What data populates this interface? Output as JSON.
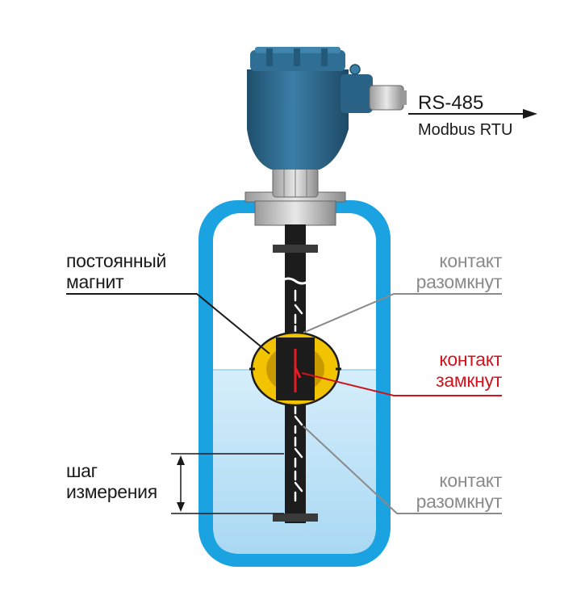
{
  "output": {
    "protocol": "RS-485",
    "standard": "Modbus RTU"
  },
  "magnet_label": [
    "постоянный",
    "магнит"
  ],
  "contacts": {
    "upper": [
      "контакт",
      "разомкнут"
    ],
    "middle": [
      "контакт",
      "замкнут"
    ],
    "lower": [
      "контакт",
      "разомкнут"
    ]
  },
  "step_label": [
    "шаг",
    "измерения"
  ],
  "colors": {
    "tank_wall": "#1aa3e0",
    "liquid": "#cbe8f8",
    "housing": "#2e6a8e",
    "float": "#f2c300",
    "rod": "#1c1c1c",
    "open_contact": "#8a8a8a",
    "closed_contact": "#d0141e",
    "leader_dark": "#1a1a1a"
  }
}
